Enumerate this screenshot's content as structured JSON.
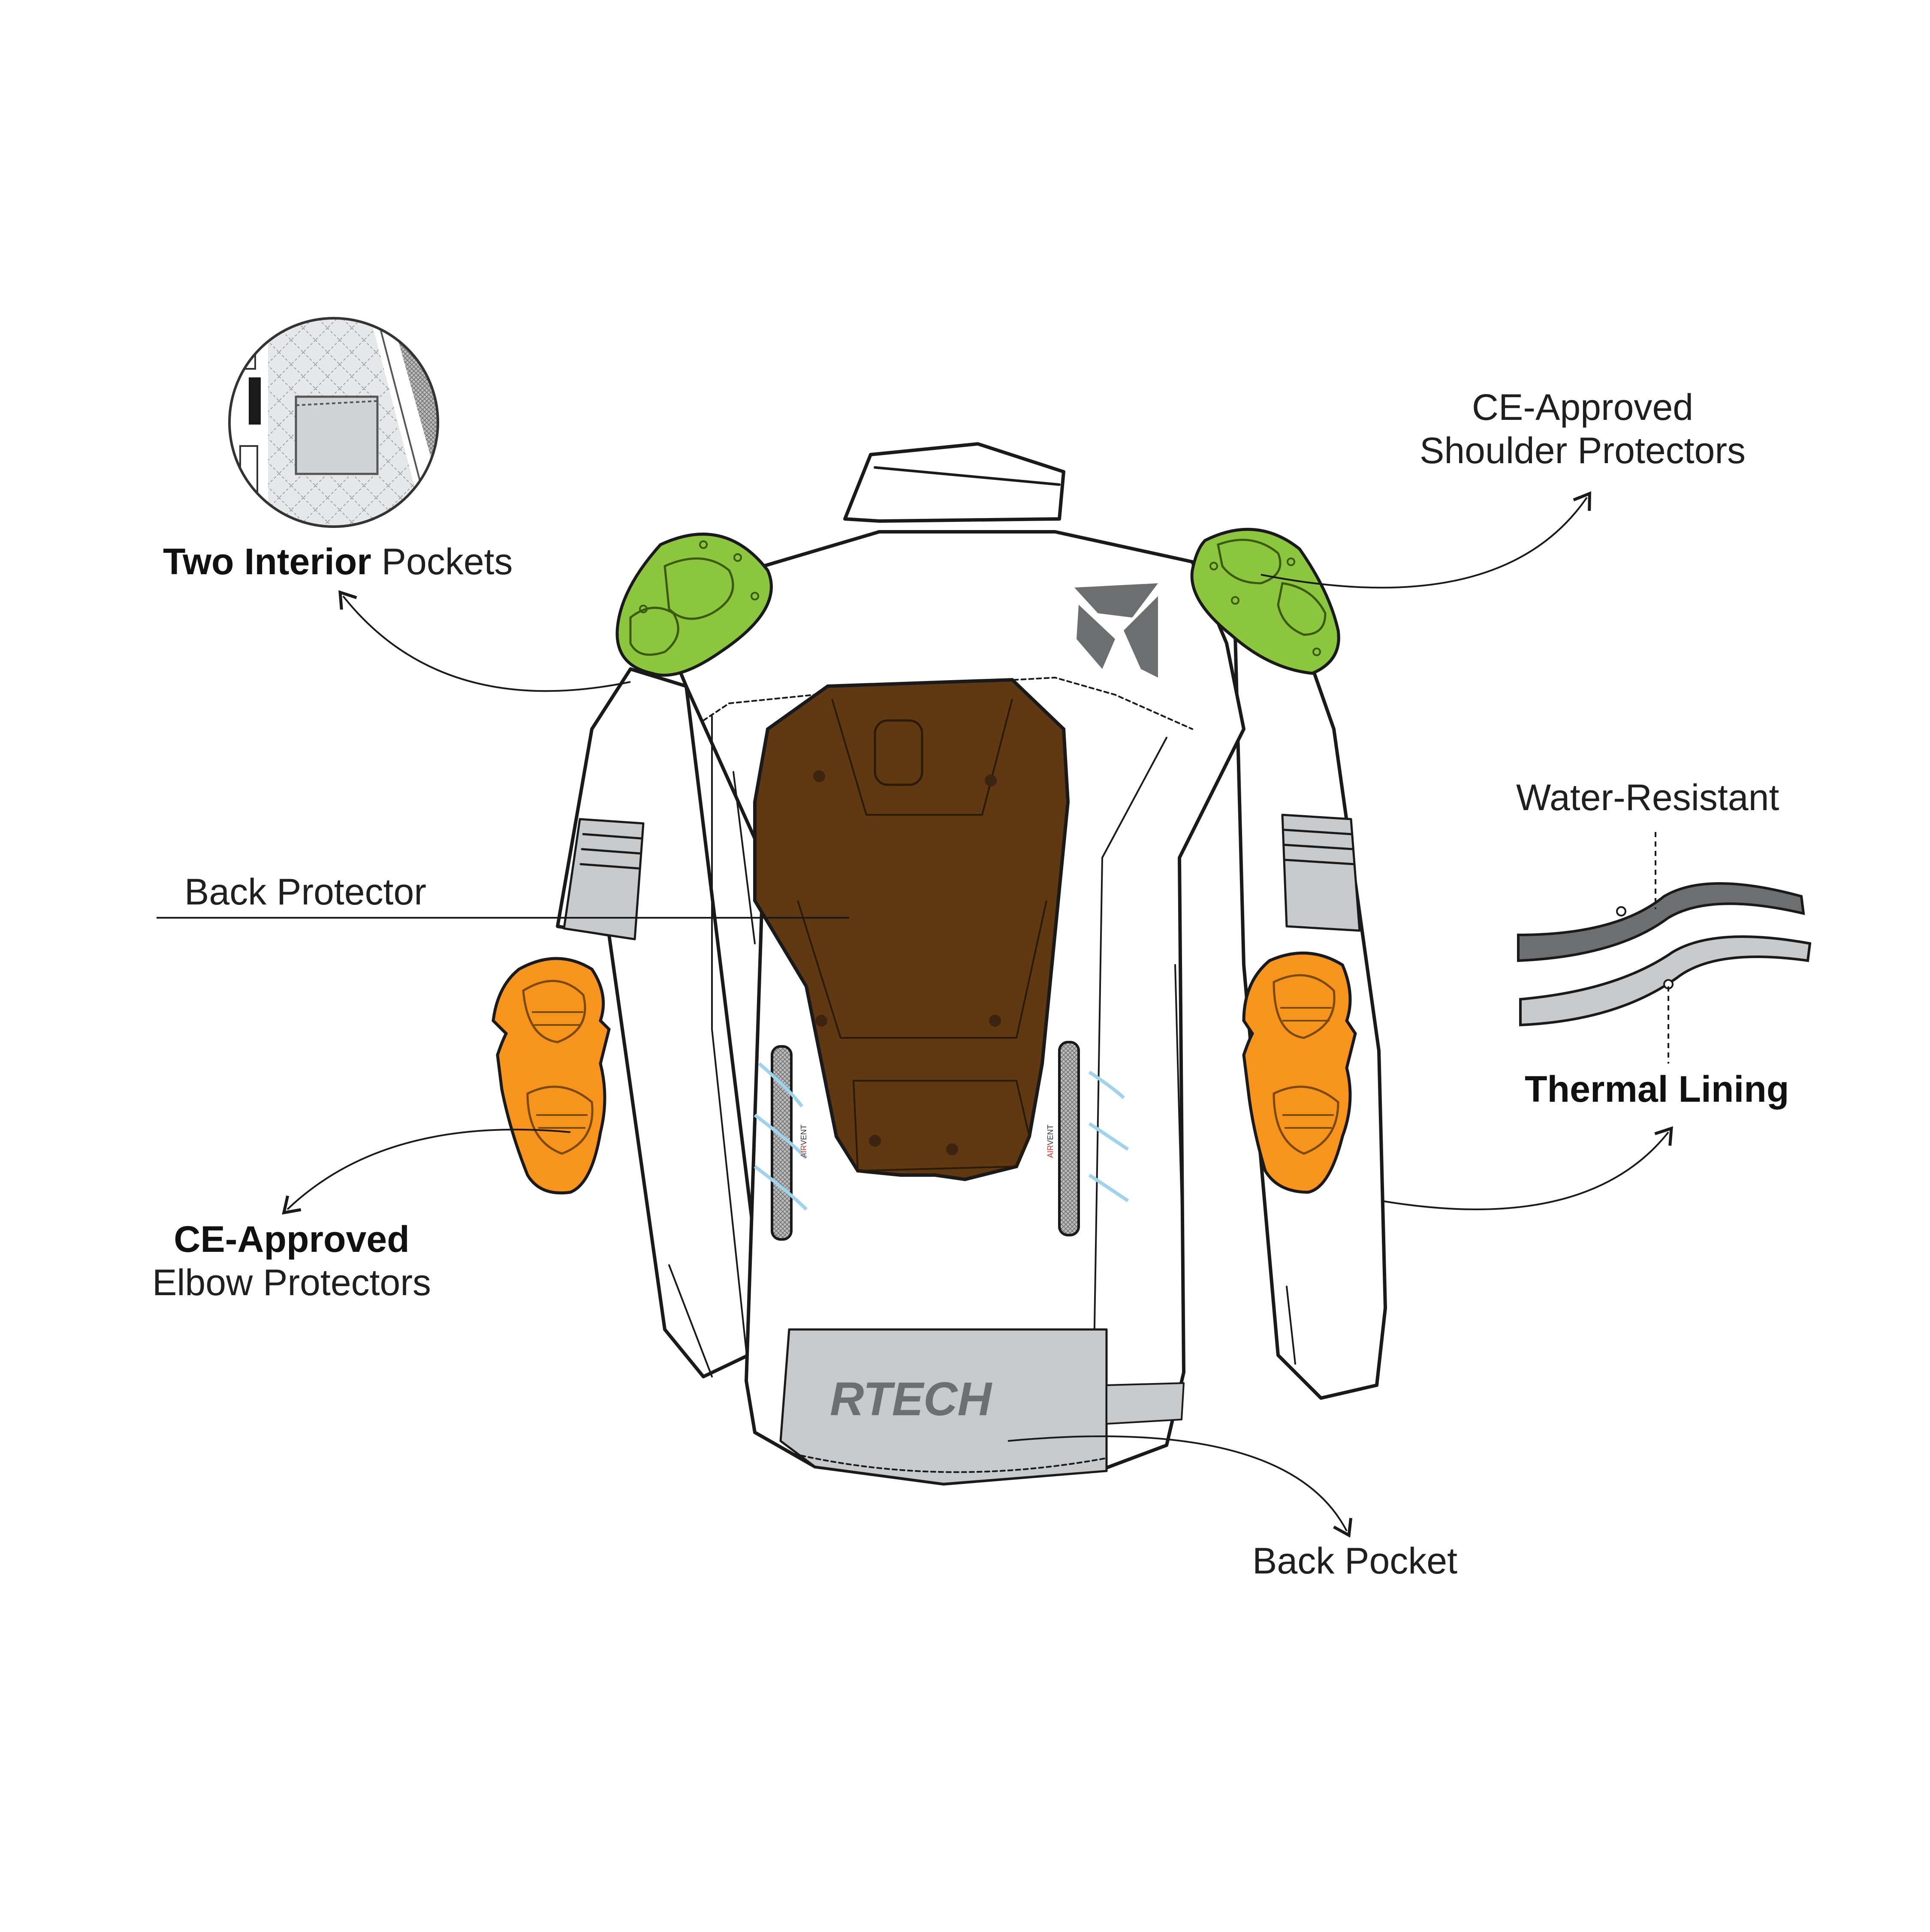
{
  "callouts": {
    "interior_pockets": {
      "bold": "Two Interior",
      "rest": " Pockets"
    },
    "shoulder": {
      "line1": "CE-Approved",
      "line2": "Shoulder Protectors"
    },
    "back_protector": "Back Protector",
    "water_resistant": "Water-Resistant",
    "thermal_lining": "Thermal Lining",
    "elbow": {
      "bold": "CE-Approved",
      "line2": "Elbow Protectors"
    },
    "back_pocket": "Back Pocket"
  },
  "jacket": {
    "brand_text": "RTECH",
    "vent_left": {
      "a": "AIR",
      "b": "VENT"
    },
    "vent_right": {
      "a": "AIR",
      "b": "VENT"
    }
  },
  "colors": {
    "shoulder_protector": "#8cc63f",
    "elbow_protector": "#f7941d",
    "back_protector": "#603913",
    "panel_gray": "#c8c9cb",
    "logo_gray": "#6d6e70",
    "outline": "#1a1a1a",
    "airflow": "#9fd3ec"
  }
}
